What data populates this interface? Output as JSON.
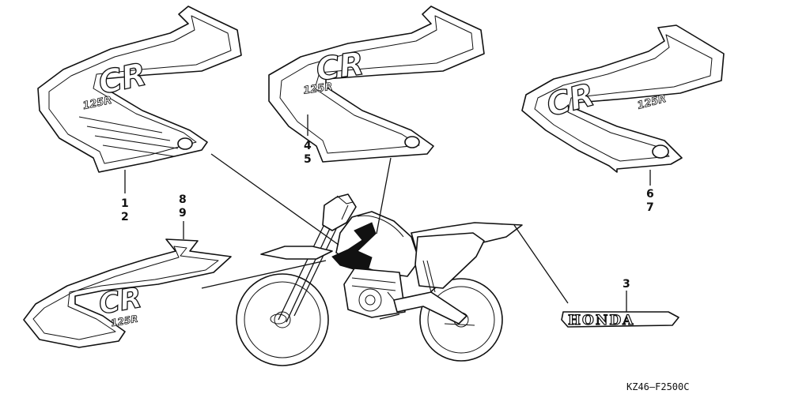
{
  "diagram": {
    "callouts": {
      "p1": "1",
      "p2": "2",
      "p3": "3",
      "p4": "4",
      "p5": "5",
      "p6": "6",
      "p7": "7",
      "p8": "8",
      "p9": "9"
    },
    "decals": {
      "model_text": "CR",
      "sub_text": "125R",
      "brand_text": "HONDA"
    },
    "diagram_code": "KZ46—F2500C"
  }
}
